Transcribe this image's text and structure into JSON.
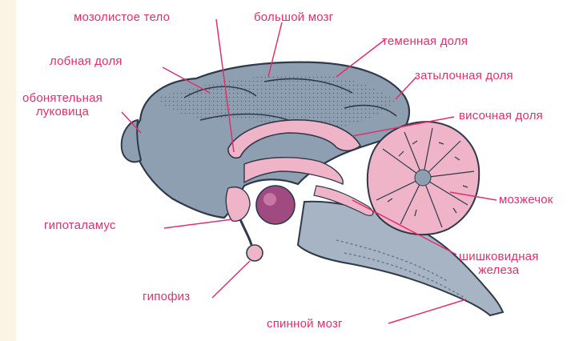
{
  "colors": {
    "page_bg": "#fbf3e4",
    "label": "#e0306a",
    "leader": "#e0306a",
    "brain_fill": "#8f9fb2",
    "brain_dark": "#5f6f86",
    "pink_structures": "#f0b4c8",
    "pituitary_ball": "#a04a82"
  },
  "labels": {
    "corpus_callosum": "мозолистое тело",
    "cerebrum": "большой мозг",
    "frontal_lobe": "лобная доля",
    "parietal_lobe": "теменная доля",
    "olfactory_bulb_line1": "обонятельная",
    "olfactory_bulb_line2": "луковица",
    "occipital_lobe": "затылочная доля",
    "temporal_lobe": "височная доля",
    "cerebellum": "мозжечок",
    "hypothalamus": "гипоталамус",
    "pineal_line1": "шишковидная",
    "pineal_line2": "железа",
    "pituitary": "гипофиз",
    "spinal_cord": "спинной мозг"
  }
}
